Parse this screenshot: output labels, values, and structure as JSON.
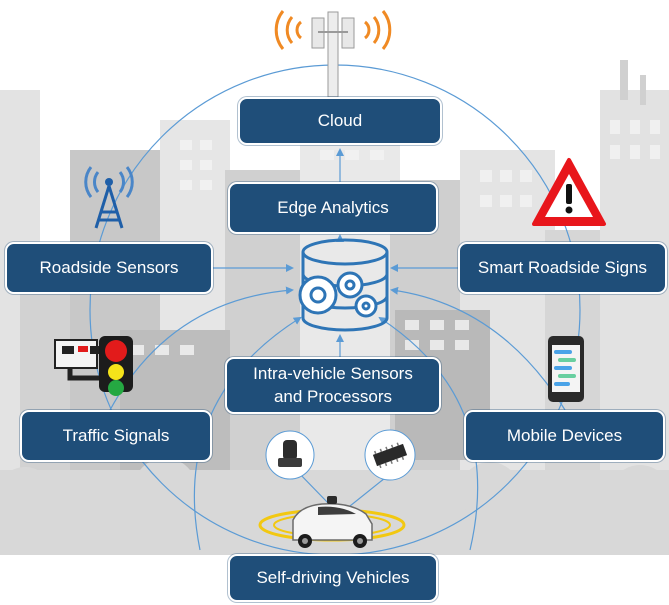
{
  "nodes": {
    "cloud": "Cloud",
    "edge_analytics": "Edge Analytics",
    "roadside_sensors": "Roadside Sensors",
    "smart_roadside_signs": "Smart Roadside Signs",
    "intra_vehicle_line1": "Intra-vehicle Sensors",
    "intra_vehicle_line2": "and Processors",
    "traffic_signals": "Traffic Signals",
    "mobile_devices": "Mobile Devices",
    "self_driving_vehicles": "Self-driving Vehicles"
  },
  "icons": [
    "cell-tower-icon",
    "antenna-icon",
    "warning-sign-icon",
    "traffic-light-icon",
    "smartphone-icon",
    "database-gears-icon",
    "lidar-sensor-icon",
    "chip-icon",
    "self-driving-car-icon"
  ],
  "colors": {
    "node_fill": "#1f4e79",
    "node_text": "#ffffff",
    "connector": "#5b9bd5",
    "tower_signal": "#f08a24",
    "warning_border": "#e8161b",
    "car_ring": "#f2c811"
  }
}
